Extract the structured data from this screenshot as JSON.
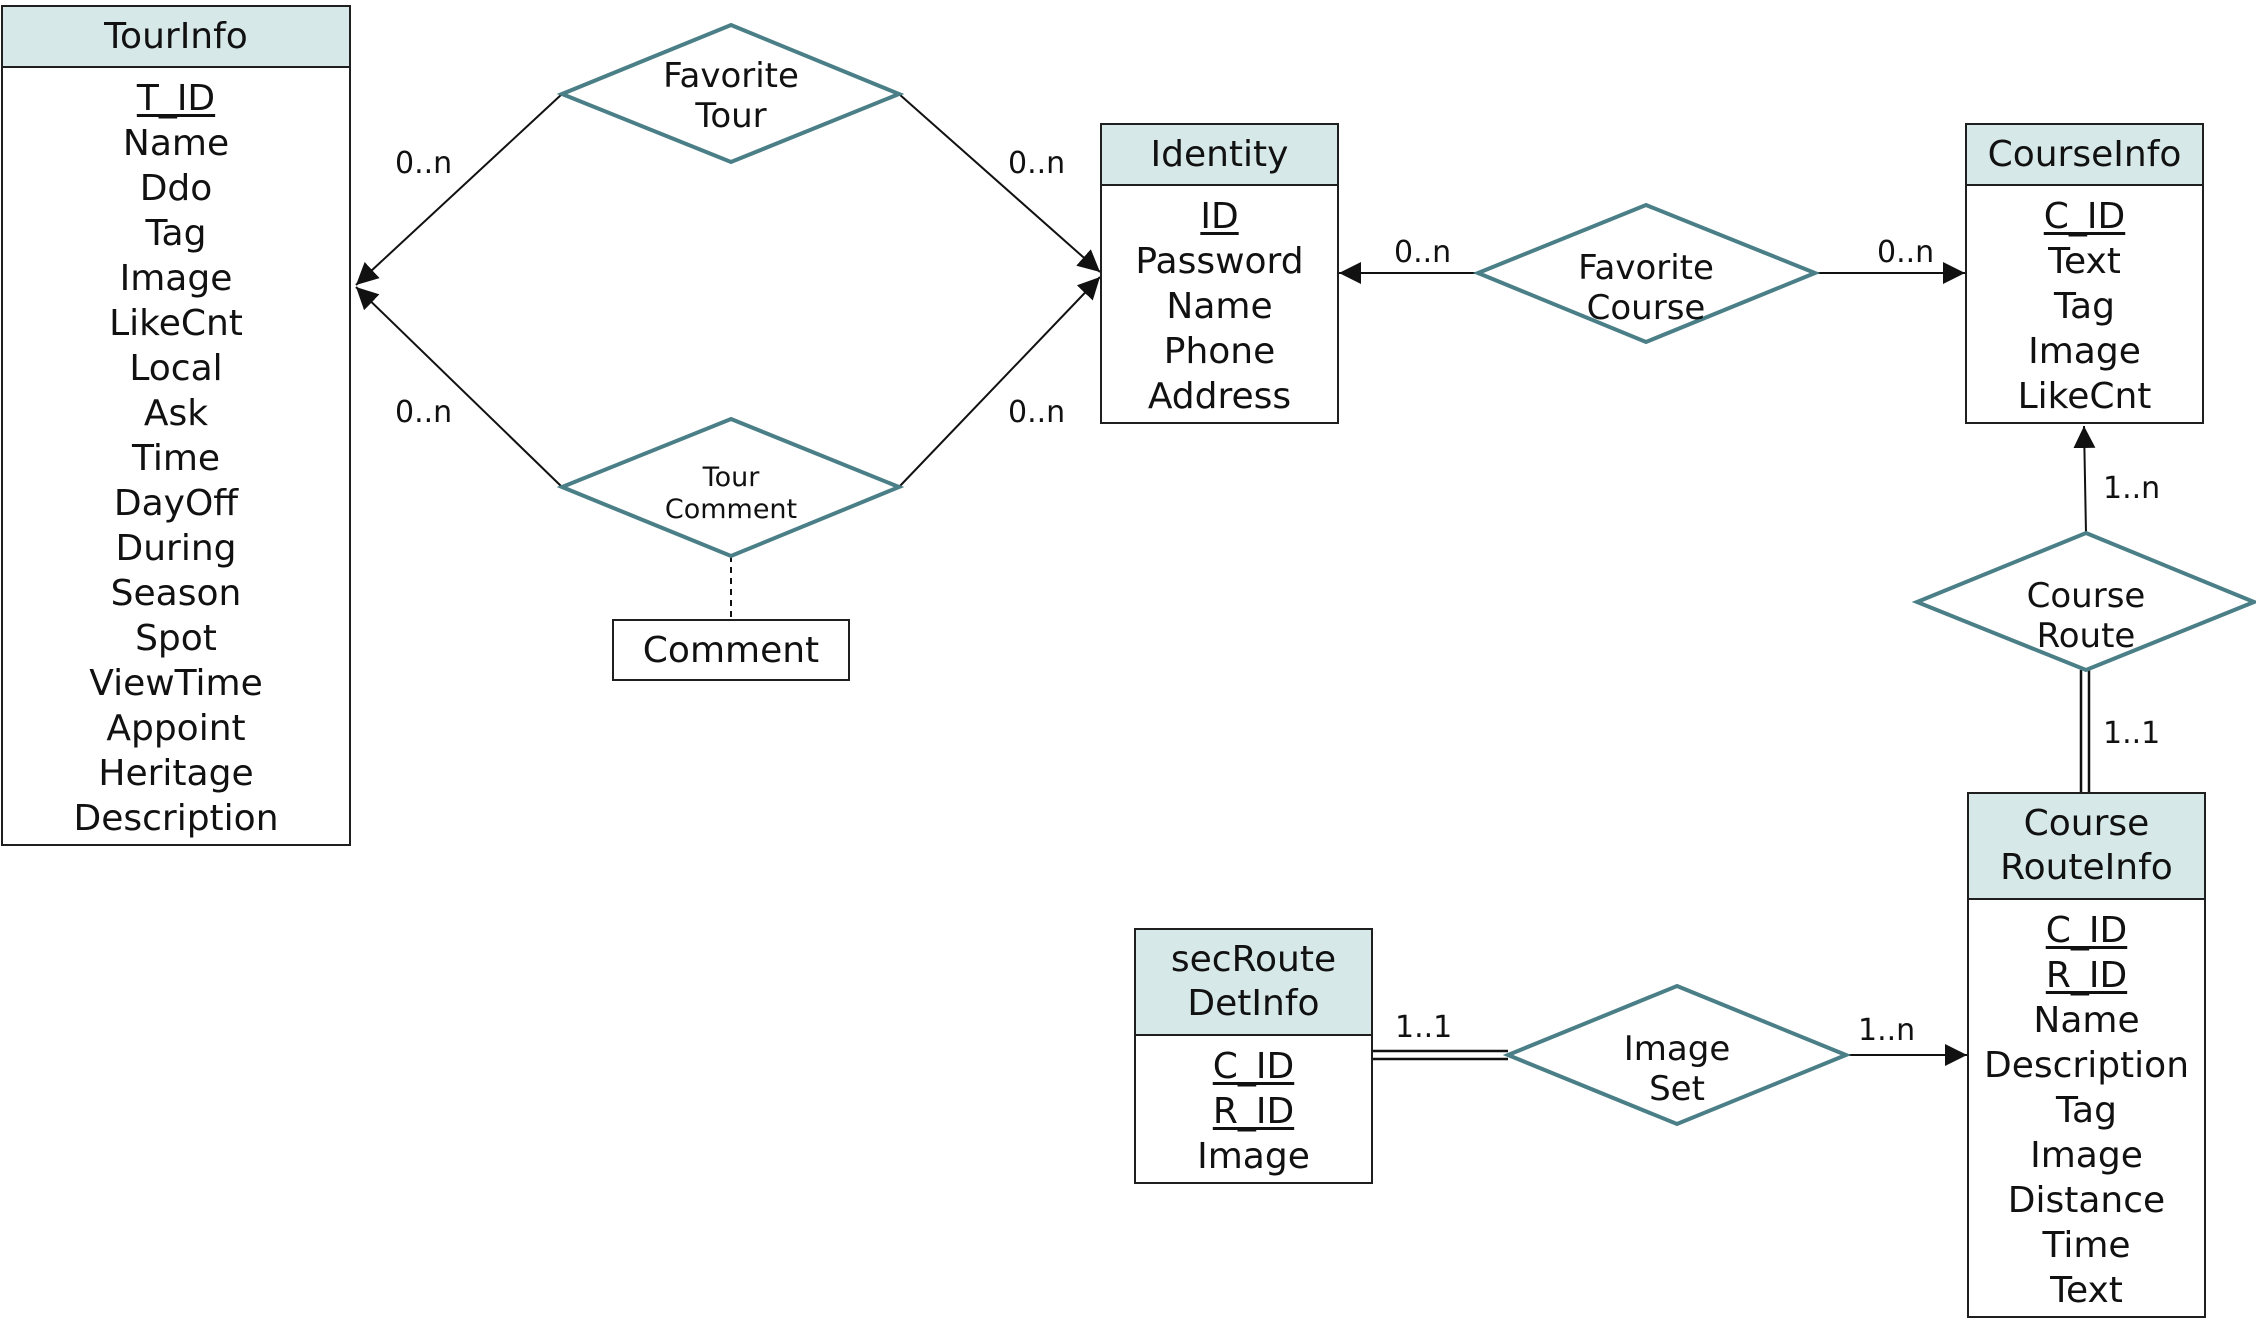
{
  "colors": {
    "relationship_stroke": "#4a7f87",
    "entity_header_fill": "#d6e8e8",
    "line": "#111111"
  },
  "entities": {
    "tourinfo": {
      "title": "TourInfo",
      "key_attributes": [
        "T_ID"
      ],
      "attributes": [
        "Name",
        "Ddo",
        "Tag",
        "Image",
        "LikeCnt",
        "Local",
        "Ask",
        "Time",
        "DayOff",
        "During",
        "Season",
        "Spot",
        "ViewTime",
        "Appoint",
        "Heritage",
        "Description"
      ]
    },
    "identity": {
      "title": "Identity",
      "key_attributes": [
        "ID"
      ],
      "attributes": [
        "Password",
        "Name",
        "Phone",
        "Address"
      ]
    },
    "courseinfo": {
      "title": "CourseInfo",
      "key_attributes": [
        "C_ID"
      ],
      "attributes": [
        "Text",
        "Tag",
        "Image",
        "LikeCnt"
      ]
    },
    "courserouteinfo": {
      "title": "Course\nRouteInfo",
      "key_attributes": [
        "C_ID",
        "R_ID"
      ],
      "attributes": [
        "Name",
        "Description",
        "Tag",
        "Image",
        "Distance",
        "Time",
        "Text"
      ]
    },
    "secroutedetinfo": {
      "title": "secRoute\nDetInfo",
      "key_attributes": [
        "C_ID",
        "R_ID"
      ],
      "attributes": [
        "Image"
      ]
    }
  },
  "relationships": {
    "favorite_tour": "Favorite\nTour",
    "tour_comment": "Tour\nComment",
    "favorite_course": "Favorite\nCourse",
    "course_route": "Course\nRoute",
    "image_set": "Image\nSet"
  },
  "relationship_attribute": {
    "comment": "Comment"
  },
  "cardinalities": {
    "favtour_to_tourinfo": "0..n",
    "favtour_to_identity": "0..n",
    "comment_to_tourinfo": "0..n",
    "comment_to_identity": "0..n",
    "favcourse_to_identity": "0..n",
    "favcourse_to_courseinfo": "0..n",
    "courseroute_to_courseinfo": "1..n",
    "courseroute_to_routeinfo": "1..1",
    "imageset_to_secroute": "1..1",
    "imageset_to_routeinfo": "1..n"
  }
}
